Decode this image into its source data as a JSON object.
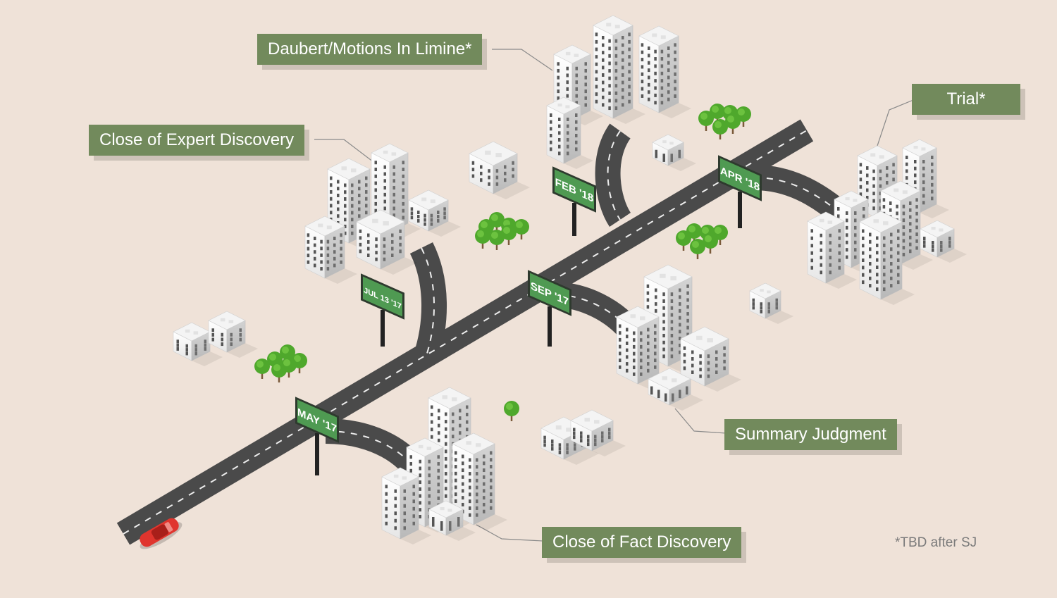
{
  "milestones": [
    {
      "key": "may17",
      "sign": "MAY '17",
      "label": "Close of Fact Discovery"
    },
    {
      "key": "jul17",
      "sign": "JUL 13 '17",
      "label": "Close of Expert Discovery"
    },
    {
      "key": "sep17",
      "sign": "SEP '17",
      "label": "Summary Judgment"
    },
    {
      "key": "feb18",
      "sign": "FEB '18",
      "label": "Daubert/Motions In Limine*"
    },
    {
      "key": "apr18",
      "sign": "APR '18",
      "label": "Trial*"
    }
  ],
  "footnote": "*TBD after SJ",
  "colors": {
    "background": "#efe2d8",
    "road": "#4a4a4a",
    "label_fill": "#728a5c",
    "sign_fill": "#4f9a52",
    "car": "#e0352e",
    "tree": "#4fa82c"
  }
}
